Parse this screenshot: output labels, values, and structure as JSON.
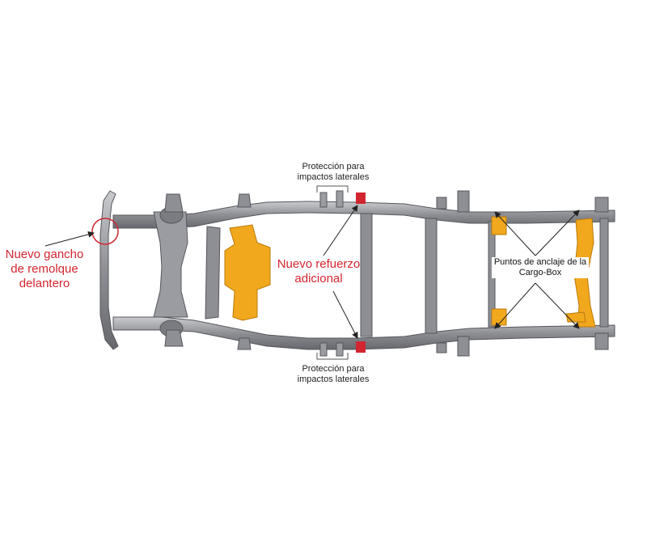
{
  "labels": {
    "top_protection": "Protección para\nimpactos laterales",
    "bottom_protection": "Protección para\nimpactos laterales",
    "front_hook": "Nuevo gancho\nde remolque\ndelantero",
    "reinforcement": "Nuevo refuerzo\nadicional",
    "anchor_points": "Puntos de anclaje de la\nCargo-Box"
  },
  "colors": {
    "frame": "#8d8f94",
    "frame_dark": "#5f6166",
    "frame_light": "#c4c6ca",
    "highlight": "#f2a81d",
    "accent_red": "#d22630"
  }
}
